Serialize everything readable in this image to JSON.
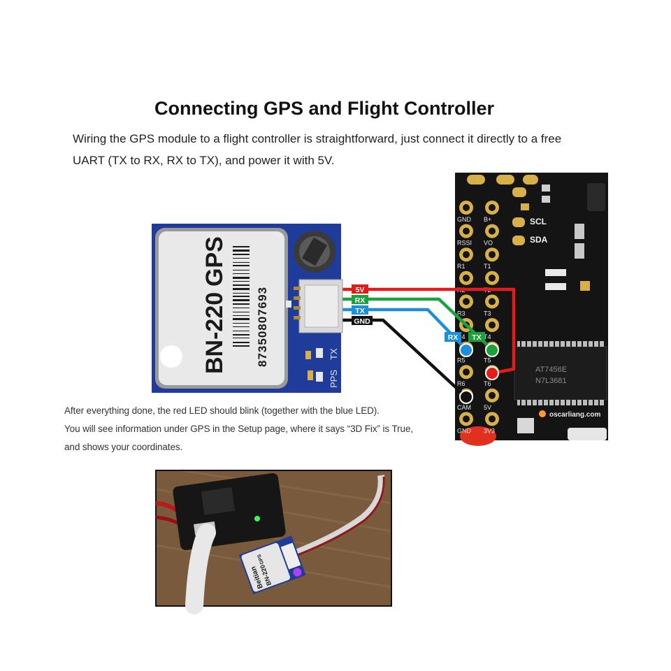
{
  "heading": "Connecting GPS and Flight Controller",
  "intro": {
    "line1": "Wiring the GPS module to a flight controller is straightforward, just connect it directly to a free",
    "line2": "UART (TX to RX, RX to TX), and power it with 5V."
  },
  "gps_module": {
    "model": "BN-220",
    "gps_label": "GPS",
    "serial": "87350807693",
    "led_labels": [
      "TX",
      "PPS"
    ]
  },
  "wires": [
    {
      "label": "5V",
      "color": "#e31b1b"
    },
    {
      "label": "RX",
      "color": "#1aa33c"
    },
    {
      "label": "TX",
      "color": "#1b8fd8"
    },
    {
      "label": "GND",
      "color": "#111111"
    }
  ],
  "fc_tags": {
    "rx": "RX",
    "tx": "TX"
  },
  "fc_labels": {
    "pads_left": [
      "GND",
      "RSSI",
      "R1",
      "R2",
      "R3",
      "R4",
      "R5",
      "R6",
      "CAM",
      "GND"
    ],
    "pads_right": [
      "B+",
      "VO",
      "T1",
      "T2",
      "T3",
      "T4",
      "T5",
      "T6",
      "5V",
      "3V3"
    ],
    "bus": [
      "SCL",
      "SDA"
    ],
    "chip": [
      "AT7456E",
      "N7L3681"
    ],
    "watermark": "oscarliang.com"
  },
  "notes": {
    "line1": "After everything done, the red LED should blink (together with the blue LED).",
    "line2": "You will see information under GPS in the Setup page, where it says “3D Fix” is True,",
    "line3": "and shows your coordinates."
  },
  "photo": {
    "module_brand": "Beitian",
    "module_model": "BN-220",
    "module_gps": "GPS"
  },
  "colors": {
    "gps_pcb": "#1f3c9a",
    "fc_pcb": "#141414",
    "gold_pad": "#d8b04a",
    "wire_5v": "#e31b1b",
    "wire_rx": "#1aa33c",
    "wire_tx": "#1b8fd8",
    "wire_gnd": "#111111"
  }
}
